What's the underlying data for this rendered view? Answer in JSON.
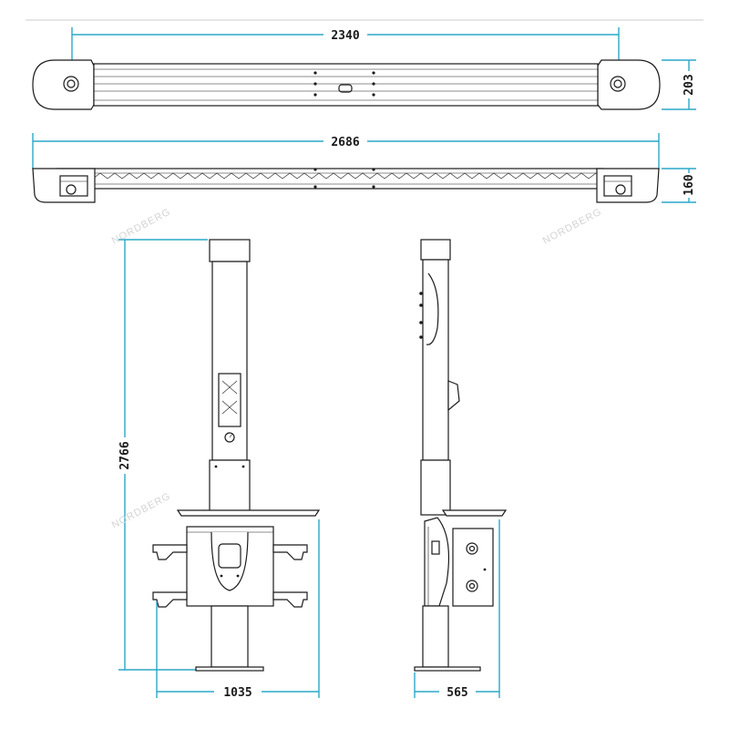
{
  "dimensions": {
    "top_beam_length": "2340",
    "top_beam_height": "203",
    "lower_beam_length": "2686",
    "lower_beam_height": "160",
    "column_height": "2766",
    "front_base_width": "1035",
    "side_base_width": "565"
  },
  "watermark": "NORDBERG",
  "colors": {
    "dimension_line": "#2aa8c8",
    "outline": "#1a1a1a",
    "watermark": "#d4d4d4"
  }
}
